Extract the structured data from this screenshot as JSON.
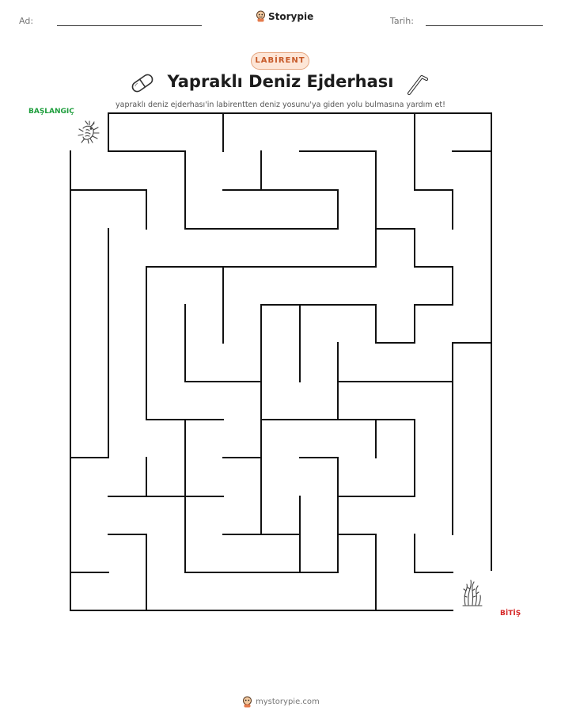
{
  "header": {
    "name_label": "Ad:",
    "date_label": "Tarih:",
    "brand_name": "Storypie"
  },
  "badge": "LABİRENT",
  "title": "Yapraklı Deniz Ejderhası",
  "subtitle": "yapraklı deniz ejderhası'in labirentten deniz yosunu'ya giden yolu bulmasına yardım et!",
  "labels": {
    "start": "BAŞLANGIÇ",
    "end": "BİTİŞ"
  },
  "icons": {
    "title_left": "pill-icon",
    "title_right": "drinking-straw-icon",
    "start": "sea-dragon-icon",
    "end": "seaweed-icon",
    "brand": "storypie-mascot-icon"
  },
  "colors": {
    "start_label": "#1e9e3c",
    "end_label": "#d62828",
    "badge_border": "#e6a57e",
    "badge_fill": "#fde6d7",
    "badge_text": "#c75a29",
    "maze_lines": "#111111"
  },
  "footer": "mystorypie.com"
}
